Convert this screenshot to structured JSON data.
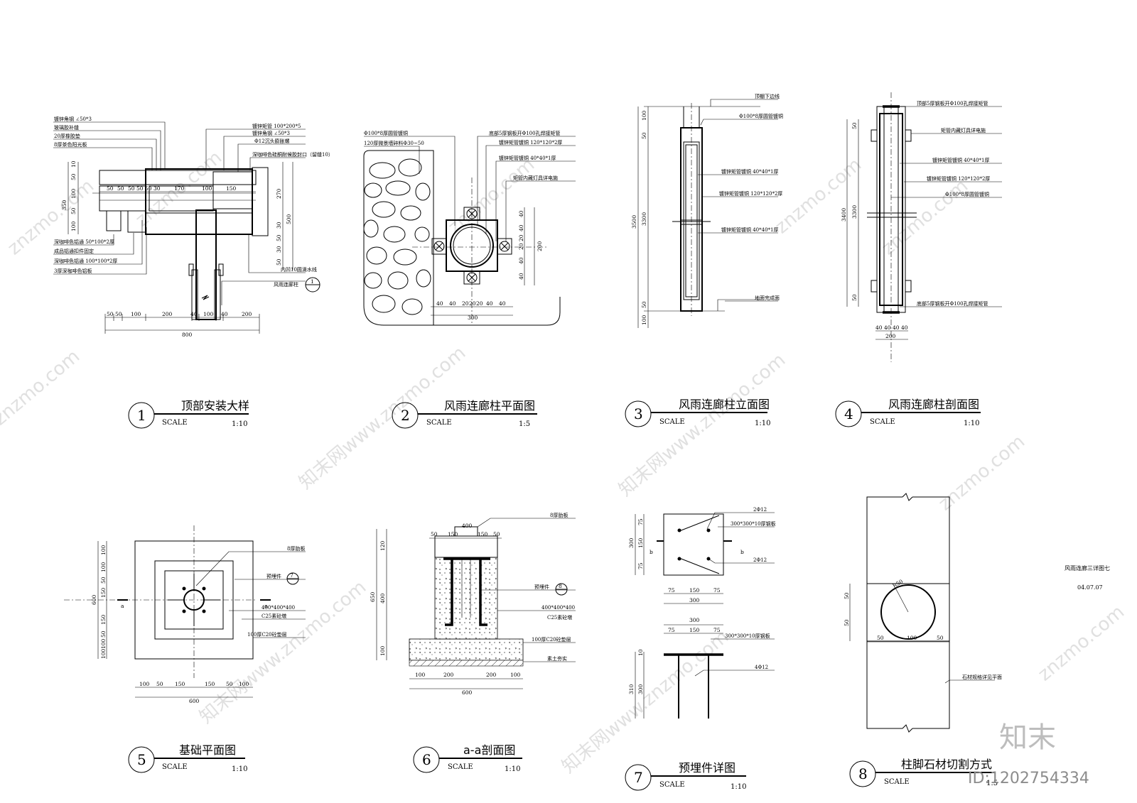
{
  "drawings": [
    {
      "num": "1",
      "title": "顶部安装大样",
      "scale_label": "SCALE",
      "scale": "1:10"
    },
    {
      "num": "2",
      "title": "风雨连廊柱平面图",
      "scale_label": "SCALE",
      "scale": "1:5"
    },
    {
      "num": "3",
      "title": "风雨连廊柱立面图",
      "scale_label": "SCALE",
      "scale": "1:10"
    },
    {
      "num": "4",
      "title": "风雨连廊柱剖面图",
      "scale_label": "SCALE",
      "scale": "1:10"
    },
    {
      "num": "5",
      "title": "基础平面图",
      "scale_label": "SCALE",
      "scale": "1:10"
    },
    {
      "num": "6",
      "title": "a-a剖面图",
      "scale_label": "SCALE",
      "scale": "1:10"
    },
    {
      "num": "7",
      "title": "预埋件详图",
      "scale_label": "SCALE",
      "scale": "1:10"
    },
    {
      "num": "8",
      "title": "柱脚石材切割方式",
      "scale_label": "SCALE",
      "scale": "1:5"
    }
  ],
  "d1": {
    "notes_left": [
      "镀锌角钢 ∠50*3",
      "玻璃胶补缝",
      "20厚橡胶垫",
      "8厚茶色阳光板",
      "深咖啡色铝通 50*100*2厚",
      "成品铝通扣件固定",
      "深咖啡色铝通 100*100*2厚",
      "3厚深咖啡色铝板"
    ],
    "notes_right": [
      "镀锌矩管 100*200*5",
      "镀锌角钢 ∠50*3",
      "Φ12沉头膨胀螺",
      "深咖啡色硅酮耐候胶封口（留缝10）",
      "内凹10圆滴水线",
      "风雨连廊柱"
    ],
    "dims_top": [
      "50",
      "50",
      "50",
      "50",
      "50",
      "30",
      "170",
      "100",
      "150"
    ],
    "dims_bottom": [
      "50",
      "50",
      "100",
      "200",
      "40",
      "100",
      "40",
      "200"
    ],
    "dim_total": "800",
    "dims_left": [
      "10",
      "50",
      "100",
      "50",
      "100",
      "350"
    ],
    "dims_right": [
      "270",
      "30",
      "50",
      "30",
      "50",
      "500"
    ]
  },
  "d2": {
    "notes": [
      "Φ100*8厚圆管镀铜",
      "120厚微景墙碎料Φ30~50",
      "底部5厚钢板开Φ100孔焊接矩管",
      "镀锌矩管镀铜 120*120*2厚",
      "镀锌矩管镀铜 40*40*1厚",
      "矩管内藏灯具详电施"
    ],
    "dims_bottom": [
      "40",
      "40",
      "20",
      "20",
      "20",
      "40",
      "40"
    ],
    "dim_total": "300",
    "dims_right": [
      "40",
      "40",
      "20",
      "20",
      "40",
      "40",
      "200"
    ]
  },
  "d3": {
    "notes": [
      "顶棚下边线",
      "Φ100*8厚圆管镀铜",
      "镀锌矩管镀铜 40*40*1厚",
      "镀锌矩管镀铜 120*120*2厚",
      "镀锌矩管镀铜 40*40*1厚",
      "地面完成面"
    ],
    "dims": [
      "100",
      "50",
      "3300",
      "50",
      "100",
      "3500"
    ]
  },
  "d4": {
    "notes": [
      "顶部5厚钢板开Φ100孔焊接矩管",
      "矩管内藏灯具详电施",
      "镀锌矩管镀铜 40*40*1厚",
      "镀锌矩管镀铜 120*120*2厚",
      "Φ100*8厚圆管镀铜",
      "底部5厚钢板开Φ100孔焊接矩管"
    ],
    "dims_left": [
      "50",
      "3300",
      "50",
      "3400"
    ],
    "dims_bottom": [
      "40",
      "40",
      "40",
      "40"
    ],
    "dim_total": "200"
  },
  "d5": {
    "notes": [
      "8厚肋板",
      "预埋件",
      "400*400*400",
      "C25素砼墩",
      "100厚C20砼垫层"
    ],
    "ref_num": "7",
    "sec_a": "a",
    "dims_left": [
      "100",
      "100",
      "50",
      "150",
      "150",
      "50",
      "100",
      "100"
    ],
    "dim_left_total": "600",
    "dims_bottom": [
      "100",
      "50",
      "150",
      "150",
      "50",
      "100"
    ],
    "dim_total": "600"
  },
  "d6": {
    "notes": [
      "8厚肋板",
      "预埋件",
      "400*400*400",
      "C25素砼墩",
      "100厚C20砼垫层",
      "素土夯实"
    ],
    "ref_num": "8",
    "dims_top": [
      "50",
      "150",
      "150",
      "50"
    ],
    "dim_top_total": "400",
    "dims_left": [
      "120",
      "400",
      "100",
      "650"
    ],
    "dims_bottom": [
      "100",
      "200",
      "200",
      "100"
    ],
    "dim_total": "600"
  },
  "d7": {
    "notes": [
      "2Φ12",
      "300*300*10厚钢板",
      "2Φ12",
      "300*300*10厚钢板",
      "4Φ12"
    ],
    "sec_b": "b",
    "dims_plan_left": [
      "75",
      "150",
      "75",
      "300"
    ],
    "dims_plan_bottom": [
      "75",
      "150",
      "75"
    ],
    "dim_plan_total": "300",
    "dims_sec_top": [
      "300",
      "75",
      "150",
      "75"
    ],
    "dims_sec_left": [
      "10",
      "300",
      "310"
    ]
  },
  "d8": {
    "notes": [
      "石材规格详见平面"
    ],
    "radius": "R50",
    "dims_left": [
      "50",
      "50"
    ],
    "dims_bottom": [
      "50",
      "100",
      "50"
    ]
  },
  "sheet_note": "风雨连廊三详图七",
  "sheet_date": "04.07.07",
  "watermark": "znzmo.com",
  "watermark_cn": "知末网www.znzmo.com",
  "brand": "知末",
  "image_id": "ID:1202754334"
}
